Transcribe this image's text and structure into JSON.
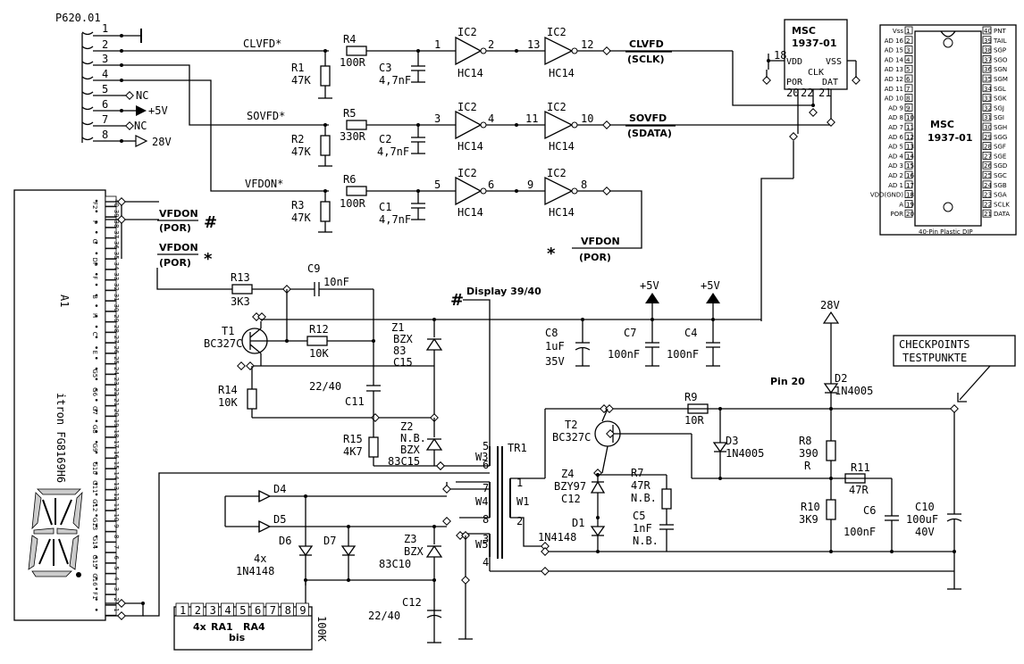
{
  "connector": {
    "name": "P620.01",
    "pins": [
      {
        "num": "1",
        "label": ""
      },
      {
        "num": "2",
        "label": ""
      },
      {
        "num": "3",
        "label": ""
      },
      {
        "num": "4",
        "label": ""
      },
      {
        "num": "5",
        "label": "NC"
      },
      {
        "num": "6",
        "label": "+5V"
      },
      {
        "num": "7",
        "label": "NC"
      },
      {
        "num": "8",
        "label": "28V"
      }
    ]
  },
  "signals": {
    "clvfd": "CLVFD*",
    "sovfd": "SOVFD*",
    "vfdon": "VFDON*"
  },
  "resistors": {
    "r1": {
      "name": "R1",
      "value": "47K"
    },
    "r2": {
      "name": "R2",
      "value": "47K"
    },
    "r3": {
      "name": "R3",
      "value": "47K"
    },
    "r4": {
      "name": "R4",
      "value": "100R"
    },
    "r5": {
      "name": "R5",
      "value": "330R"
    },
    "r6": {
      "name": "R6",
      "value": "100R"
    },
    "r7": {
      "name": "R7",
      "value": "47R",
      "note": "N.B."
    },
    "r8": {
      "name": "R8",
      "value": "390",
      "unit": "R"
    },
    "r9": {
      "name": "R9",
      "value": "10R"
    },
    "r10": {
      "name": "R10",
      "value": "3K9"
    },
    "r11": {
      "name": "R11",
      "value": "47R"
    },
    "r12": {
      "name": "R12",
      "value": "10K"
    },
    "r13": {
      "name": "R13",
      "value": "3K3"
    },
    "r14": {
      "name": "R14",
      "value": "10K"
    },
    "r15": {
      "name": "R15",
      "value": "4K7"
    }
  },
  "capacitors": {
    "c1": {
      "name": "C1",
      "value": "4,7nF"
    },
    "c2": {
      "name": "C2",
      "value": "4,7nF"
    },
    "c3": {
      "name": "C3",
      "value": "4,7nF"
    },
    "c4": {
      "name": "C4",
      "value": "100nF"
    },
    "c5": {
      "name": "C5",
      "value": "1nF",
      "note": "N.B."
    },
    "c6": {
      "name": "C6",
      "value": "100nF"
    },
    "c7": {
      "name": "C7",
      "value": "100nF"
    },
    "c8": {
      "name": "C8",
      "value": "1uF",
      "voltage": "35V"
    },
    "c9": {
      "name": "C9",
      "value": "10nF"
    },
    "c10": {
      "name": "C10",
      "value": "100uF",
      "voltage": "40V"
    },
    "c11": {
      "name": "C11",
      "value": "22/40"
    },
    "c12": {
      "name": "C12",
      "value": "22/40"
    }
  },
  "ics": {
    "name": "IC2",
    "type": "HC14",
    "gates": [
      {
        "in": "1",
        "out": "2"
      },
      {
        "in": "13",
        "out": "12"
      },
      {
        "in": "3",
        "out": "4"
      },
      {
        "in": "11",
        "out": "10"
      },
      {
        "in": "5",
        "out": "6"
      },
      {
        "in": "9",
        "out": "8"
      }
    ]
  },
  "outputs": {
    "clvfd": "CLVFD",
    "sclk": "(SCLK)",
    "sovfd": "SOVFD",
    "sdata": "(SDATA)",
    "vfdon": "VFDON",
    "por": "(POR)"
  },
  "msc": {
    "name": "MSC",
    "part": "1937-01",
    "pins": {
      "vdd": "VDD",
      "vss": "VSS",
      "clk": "CLK",
      "por": "POR",
      "dat": "DAT",
      "p18": "18",
      "p20": "20",
      "p22": "22",
      "p21": "21"
    }
  },
  "pinout": {
    "title": "MSC",
    "part": "1937-01",
    "package": "40-Pin Plastic DIP",
    "left": [
      "Vss",
      "AD 16",
      "AD 15",
      "AD 14",
      "AD 13",
      "AD 12",
      "AD 11",
      "AD 10",
      "AD 9",
      "AD 8",
      "AD 7",
      "AD 6",
      "AD 5",
      "AD 4",
      "AD 3",
      "AD 2",
      "AD 1",
      "VDD(GND)",
      "A",
      "POR"
    ],
    "right": [
      "PNT",
      "TAIL",
      "SGP",
      "SGO",
      "SGN",
      "SGM",
      "SGL",
      "SGK",
      "SGJ",
      "SGI",
      "SGH",
      "SGG",
      "SGF",
      "SGE",
      "SGD",
      "SGC",
      "SGB",
      "SGA",
      "SCLK",
      "DATA"
    ]
  },
  "display": {
    "ref": "A1",
    "part": "itron FG8169H6",
    "note": "Display 39/40",
    "hash_mark": "#",
    "star_mark": "*",
    "pin_numbers": [
      "40",
      "39",
      "38",
      "37",
      "36",
      "35",
      "34",
      "33",
      "32",
      "31",
      "30",
      "29",
      "28",
      "27",
      "26",
      "25",
      "24",
      "23",
      "22",
      "21",
      "20",
      "19",
      "18",
      "17",
      "16",
      "15",
      "14",
      "13",
      "12",
      "11",
      "10",
      "9",
      "8",
      "7",
      "6",
      "5",
      "4",
      "3",
      "2",
      "1"
    ],
    "segment_labels": [
      "F2",
      "P",
      "G",
      "DP",
      "F",
      "B",
      "H",
      "C",
      "E",
      "G5",
      "G6",
      "G7",
      "G8",
      "G9",
      "G10",
      "G11",
      "G12",
      "G13",
      "G14",
      "G15",
      "G16",
      "F1"
    ]
  },
  "vfdon_labels": [
    {
      "mark": "#",
      "name": "VFDON",
      "sub": "(POR)"
    },
    {
      "mark": "*",
      "name": "VFDON",
      "sub": "(POR)"
    }
  ],
  "transistors": {
    "t1": {
      "name": "T1",
      "type": "BC327C"
    },
    "t2": {
      "name": "T2",
      "type": "BC327C"
    }
  },
  "zeners": {
    "z1": {
      "name": "Z1",
      "type": "BZX",
      "sub": "83",
      "value": "C15"
    },
    "z2": {
      "name": "Z2",
      "note": "N.B.",
      "type": "BZX",
      "value": "83C15"
    },
    "z3": {
      "name": "Z3",
      "type": "BZX",
      "value": "83C10"
    },
    "z4": {
      "name": "Z4",
      "type": "BZY97",
      "value": "C12"
    }
  },
  "diodes": {
    "d1": {
      "name": "D1",
      "type": "1N4148"
    },
    "d2": {
      "name": "D2",
      "type": "1N4005"
    },
    "d3": {
      "name": "D3",
      "type": "1N4005"
    },
    "d4": {
      "name": "D4"
    },
    "d5": {
      "name": "D5"
    },
    "d6": {
      "name": "D6"
    },
    "d7": {
      "name": "D7"
    },
    "group": "4x",
    "group_type": "1N4148"
  },
  "transformer": {
    "name": "TR1",
    "windings": [
      "W3",
      "W4",
      "W5",
      "W1"
    ],
    "pins": [
      "5",
      "6",
      "7",
      "8",
      "3",
      "4",
      "1",
      "2"
    ]
  },
  "power": {
    "v5a": "+5V",
    "v5b": "+5V",
    "v28": "28V",
    "pin20": "Pin 20"
  },
  "checkpoints": {
    "line1": "CHECKPOINTS",
    "line2": "TESTPUNKTE"
  },
  "resistor_array": {
    "pins": [
      "1",
      "2",
      "3",
      "4",
      "5",
      "6",
      "7",
      "8",
      "9"
    ],
    "label1": "4x",
    "label2": "RA1",
    "label3": "bis",
    "label4": "RA4",
    "value": "100K"
  }
}
